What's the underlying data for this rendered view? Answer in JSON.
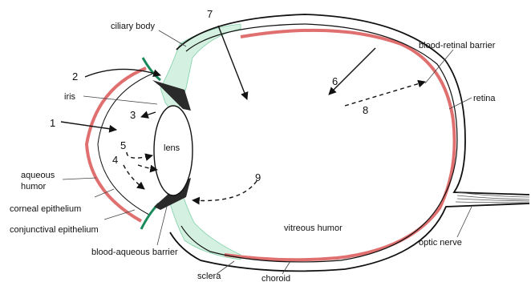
{
  "labels": {
    "ciliary_body": "ciliary body",
    "blood_retinal_barrier": "blood-retinal barrier",
    "retina": "retina",
    "iris": "iris",
    "lens": "lens",
    "aqueous_humor_line1": "aqueous",
    "aqueous_humor_line2": "humor",
    "corneal_epithelium": "corneal epithelium",
    "conjunctival_epithelium": "conjunctival epithelium",
    "blood_aqueous_barrier": "blood-aqueous barrier",
    "sclera": "sclera",
    "choroid": "choroid",
    "vitreous_humor": "vitreous humor",
    "optic_nerve": "optic nerve"
  },
  "routes": {
    "r1": "1",
    "r2": "2",
    "r3": "3",
    "r4": "4",
    "r5": "5",
    "r6": "6",
    "r7": "7",
    "r8": "8",
    "r9": "9"
  },
  "colors": {
    "choroid": "#e07070",
    "ciliary_region": "#d4f0e0",
    "ciliary_edge": "#7fd0a8",
    "outline": "#111111",
    "iris_dark": "#2a2a2a"
  }
}
